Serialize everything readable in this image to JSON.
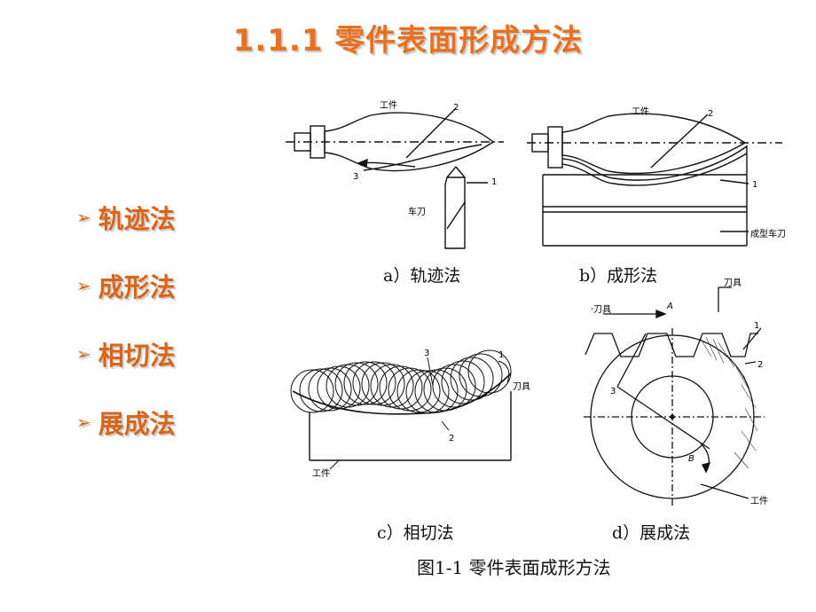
{
  "title": "1.1.1  零件表面形成方法",
  "bullets": [
    {
      "arrow": "➢",
      "label": "轨迹法"
    },
    {
      "arrow": "➢",
      "label": "成形法"
    },
    {
      "arrow": "➢",
      "label": "相切法"
    },
    {
      "arrow": "➢",
      "label": "展成法"
    }
  ],
  "figures": {
    "a": {
      "caption": "a）轨迹法",
      "labels": {
        "workpiece": "工件",
        "n2": "2",
        "n1": "1",
        "n3": "3",
        "tool": "车刀"
      }
    },
    "b": {
      "caption": "b）成形法",
      "labels": {
        "workpiece": "工件",
        "n2": "2",
        "n1": "1",
        "tool": "成型车刀"
      }
    },
    "c": {
      "caption": "c）相切法",
      "labels": {
        "n3": "3",
        "n1": "1",
        "n2": "2",
        "tool": "刀具",
        "workpiece": "工件"
      }
    },
    "d": {
      "caption": "d）展成法",
      "labels": {
        "tool_top": "刀具",
        "tool_left": "·刀具",
        "A": "A",
        "n1": "1",
        "n2": "2",
        "n3": "3",
        "B": "B",
        "workpiece": "工件"
      }
    }
  },
  "figure_caption": "图1-1   零件表面成形方法"
}
